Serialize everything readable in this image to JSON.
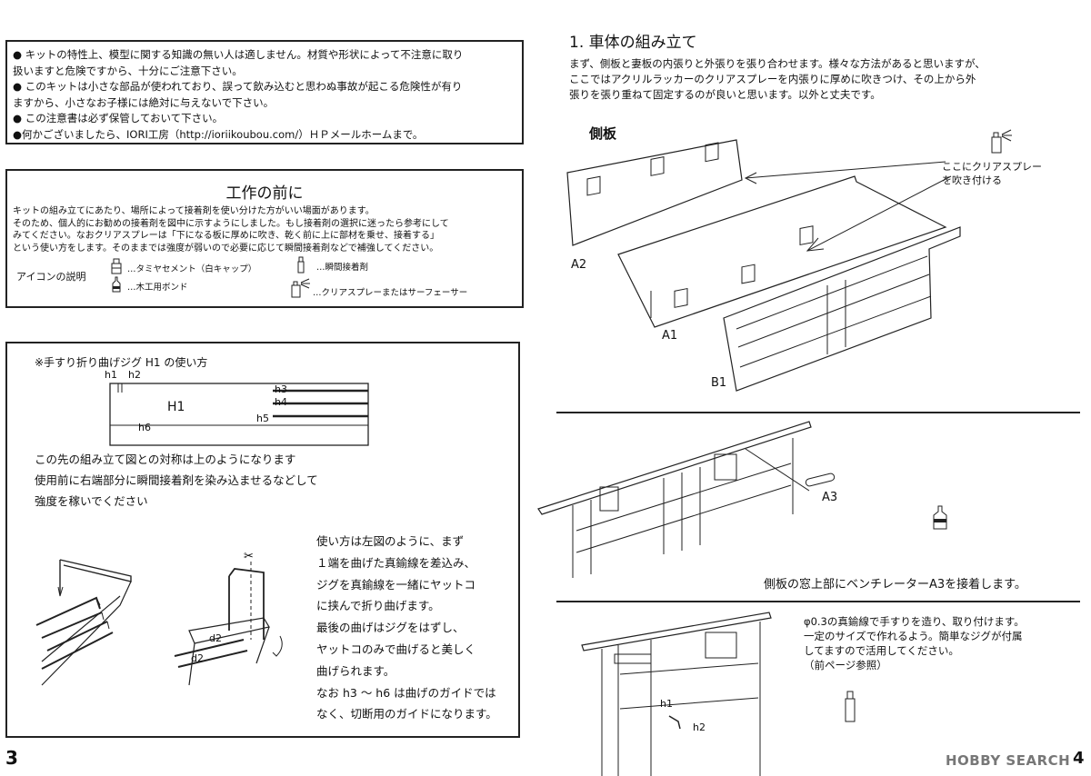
{
  "left_page": {
    "page_number": "3",
    "caution": {
      "lines": [
        "● キットの特性上、模型に関する知識の無い人は適しません。材質や形状によって不注意に取り",
        "扱いますと危険ですから、十分にご注意下さい。",
        "● このキットは小さな部品が使われており、誤って飲み込むと思わぬ事故が起こる危険性が有り",
        "ますから、小さなお子様には絶対に与えないで下さい。",
        "● この注意書は必ず保管しておいて下さい。",
        "●何かございましたら、IORI工房（http://ioriikoubou.com/）ＨＰメールホームまで。"
      ]
    },
    "before_work": {
      "title": "工作の前に",
      "lines": [
        "キットの組み立てにあたり、場所によって接着剤を使い分けた方がいい場面があります。",
        "そのため、個人的にお勧めの接着剤を図中に示すようにしました。もし接着剤の選択に迷ったら参考にして",
        "みてください。なおクリアスプレーは「下になる板に厚めに吹き、乾く前に上に部材を乗せ、接着する」",
        "という使い方をします。そのままでは強度が弱いので必要に応じて瞬間接着剤などで補強してください。"
      ],
      "icon_heading": "アイコンの説明",
      "icons": [
        {
          "icon": "cement-bottle-icon",
          "label": "…タミヤセメント（白キャップ）"
        },
        {
          "icon": "glue-tube-icon",
          "label": "…瞬間接着剤"
        },
        {
          "icon": "wood-bond-icon",
          "label": "…木工用ボンド"
        },
        {
          "icon": "spray-can-icon",
          "label": "…クリアスプレーまたはサーフェーサー"
        }
      ]
    },
    "jig": {
      "title": "※手すり折り曲げジグ H1 の使い方",
      "labels": [
        "h1",
        "h2",
        "H1",
        "h3",
        "h4",
        "h5",
        "h6"
      ],
      "lines1": [
        "この先の組み立て図との対称は上のようになります",
        "使用前に右端部分に瞬間接着剤を染み込ませるなどして",
        "強度を稼いでください"
      ],
      "lines2": [
        "使い方は左図のように、まず",
        "１端を曲げた真鍮線を差込み、",
        "ジグを真鍮線を一緒にヤットコ",
        "に挟んで折り曲げます。",
        "最後の曲げはジグをはずし、",
        "ヤットコのみで曲げると美しく",
        "曲げられます。",
        "なお h3 ～ h6 は曲げのガイドでは",
        "なく、切断用のガイドになります。"
      ],
      "d_labels": [
        "d2",
        "d2"
      ]
    }
  },
  "right_page": {
    "page_number": "4",
    "section_title": "1. 車体の組み立て",
    "intro": [
      "まず、側板と妻板の内張りと外張りを張り合わせます。様々な方法があると思いますが、",
      "ここではアクリルラッカーのクリアスプレーを内張りに厚めに吹きつけ、その上から外",
      "張りを張り重ねて固定するのが良いと思います。以外と丈夫です。"
    ],
    "side_label": "側板",
    "spray_note": [
      "ここにクリアスプレー",
      "を吹き付ける"
    ],
    "parts": [
      "A2",
      "A1",
      "B1",
      "A3"
    ],
    "ventilator_note": "側板の窓上部にベンチレーターA3を接着します。",
    "handrail_note": [
      "φ0.3の真鍮線で手すりを造り、取り付けます。",
      "一定のサイズで作れるよう。簡単なジグが付属",
      "してますので活用してください。",
      "（前ページ参照）"
    ],
    "handrail_labels": [
      "h1",
      "h2"
    ]
  },
  "watermark": "HOBBY SEARCH"
}
